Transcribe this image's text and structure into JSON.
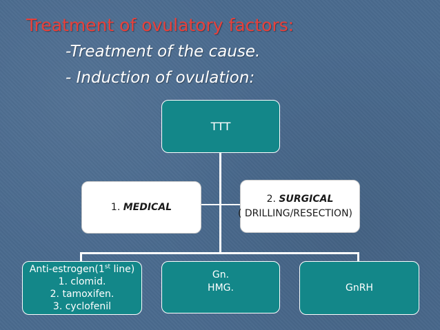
{
  "slide": {
    "title": "Treatment of ovulatory factors:",
    "bullet1": "-Treatment of the cause.",
    "bullet2": "- Induction of ovulation:"
  },
  "diagram": {
    "root": "TTT",
    "medical": {
      "num": "1. ",
      "label": "MEDICAL"
    },
    "surgical": {
      "num": "2. ",
      "label": "SURGICAL",
      "detail": "( DRILLING/RESECTION)"
    },
    "antiestrogen": {
      "line1_a": "Anti-estrogen(1",
      "line1_sup": "st",
      "line1_b": " line)",
      "items": [
        "1. clomid.",
        "2. tamoxifen.",
        "3. cyclofenil"
      ]
    },
    "gn": {
      "line1": "Gn.",
      "line2": "HMG."
    },
    "gnrh": "GnRH"
  }
}
